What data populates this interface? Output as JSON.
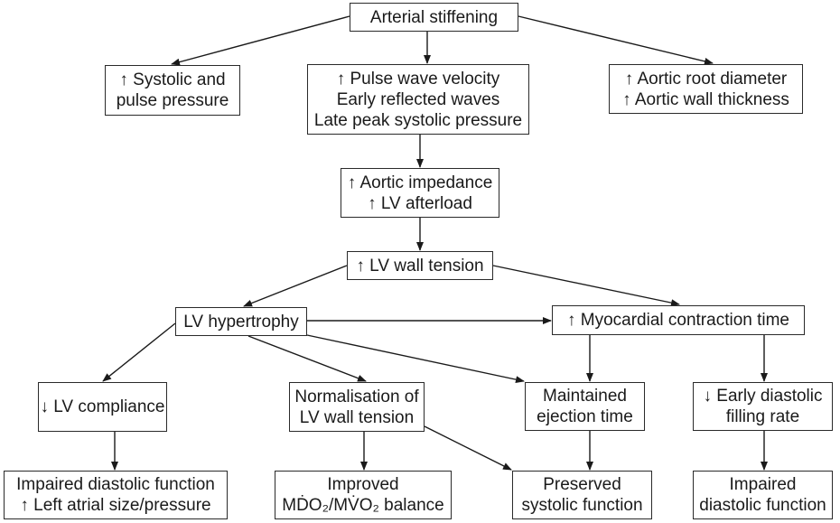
{
  "title": "Arterial stiffening consequences flowchart",
  "nodes": {
    "arterial_stiffening": {
      "lines": [
        "Arterial stiffening"
      ]
    },
    "systolic_pulse": {
      "lines": [
        "↑ Systolic and",
        "pulse pressure"
      ]
    },
    "pulse_wave": {
      "lines": [
        "↑ Pulse wave velocity",
        "Early reflected waves",
        "Late peak systolic pressure"
      ]
    },
    "aortic_root": {
      "lines": [
        "↑ Aortic root diameter",
        "↑ Aortic wall thickness"
      ]
    },
    "aortic_impedance": {
      "lines": [
        "↑ Aortic impedance",
        "↑ LV afterload"
      ]
    },
    "lv_wall_tension": {
      "lines": [
        "↑ LV wall tension"
      ]
    },
    "lv_hypertrophy": {
      "lines": [
        "LV hypertrophy"
      ]
    },
    "myocardial_contraction": {
      "lines": [
        "↑ Myocardial contraction time"
      ]
    },
    "lv_compliance": {
      "lines": [
        "↓ LV compliance"
      ]
    },
    "normalisation": {
      "lines": [
        "Normalisation of",
        "LV wall tension"
      ]
    },
    "maintained_ejection": {
      "lines": [
        "Maintained",
        "ejection time"
      ]
    },
    "early_diastolic": {
      "lines": [
        "↓ Early diastolic",
        "filling rate"
      ]
    },
    "impaired_diastolic_left": {
      "lines": [
        "Impaired diastolic function",
        "↑ Left atrial size/pressure"
      ]
    },
    "improved_balance": {
      "lines": [
        "Improved",
        "MḊO₂/MV̇O₂ balance"
      ]
    },
    "preserved_systolic": {
      "lines": [
        "Preserved",
        "systolic function"
      ]
    },
    "impaired_diastolic_right": {
      "lines": [
        "Impaired",
        "diastolic function"
      ]
    }
  },
  "edges": [
    [
      "arterial_stiffening",
      "systolic_pulse"
    ],
    [
      "arterial_stiffening",
      "pulse_wave"
    ],
    [
      "arterial_stiffening",
      "aortic_root"
    ],
    [
      "pulse_wave",
      "aortic_impedance"
    ],
    [
      "aortic_impedance",
      "lv_wall_tension"
    ],
    [
      "lv_wall_tension",
      "lv_hypertrophy"
    ],
    [
      "lv_wall_tension",
      "myocardial_contraction"
    ],
    [
      "lv_hypertrophy",
      "myocardial_contraction"
    ],
    [
      "lv_hypertrophy",
      "lv_compliance"
    ],
    [
      "lv_hypertrophy",
      "normalisation"
    ],
    [
      "lv_hypertrophy",
      "maintained_ejection"
    ],
    [
      "myocardial_contraction",
      "maintained_ejection"
    ],
    [
      "myocardial_contraction",
      "early_diastolic"
    ],
    [
      "lv_compliance",
      "impaired_diastolic_left"
    ],
    [
      "normalisation",
      "improved_balance"
    ],
    [
      "normalisation",
      "preserved_systolic"
    ],
    [
      "maintained_ejection",
      "preserved_systolic"
    ],
    [
      "early_diastolic",
      "impaired_diastolic_right"
    ]
  ]
}
